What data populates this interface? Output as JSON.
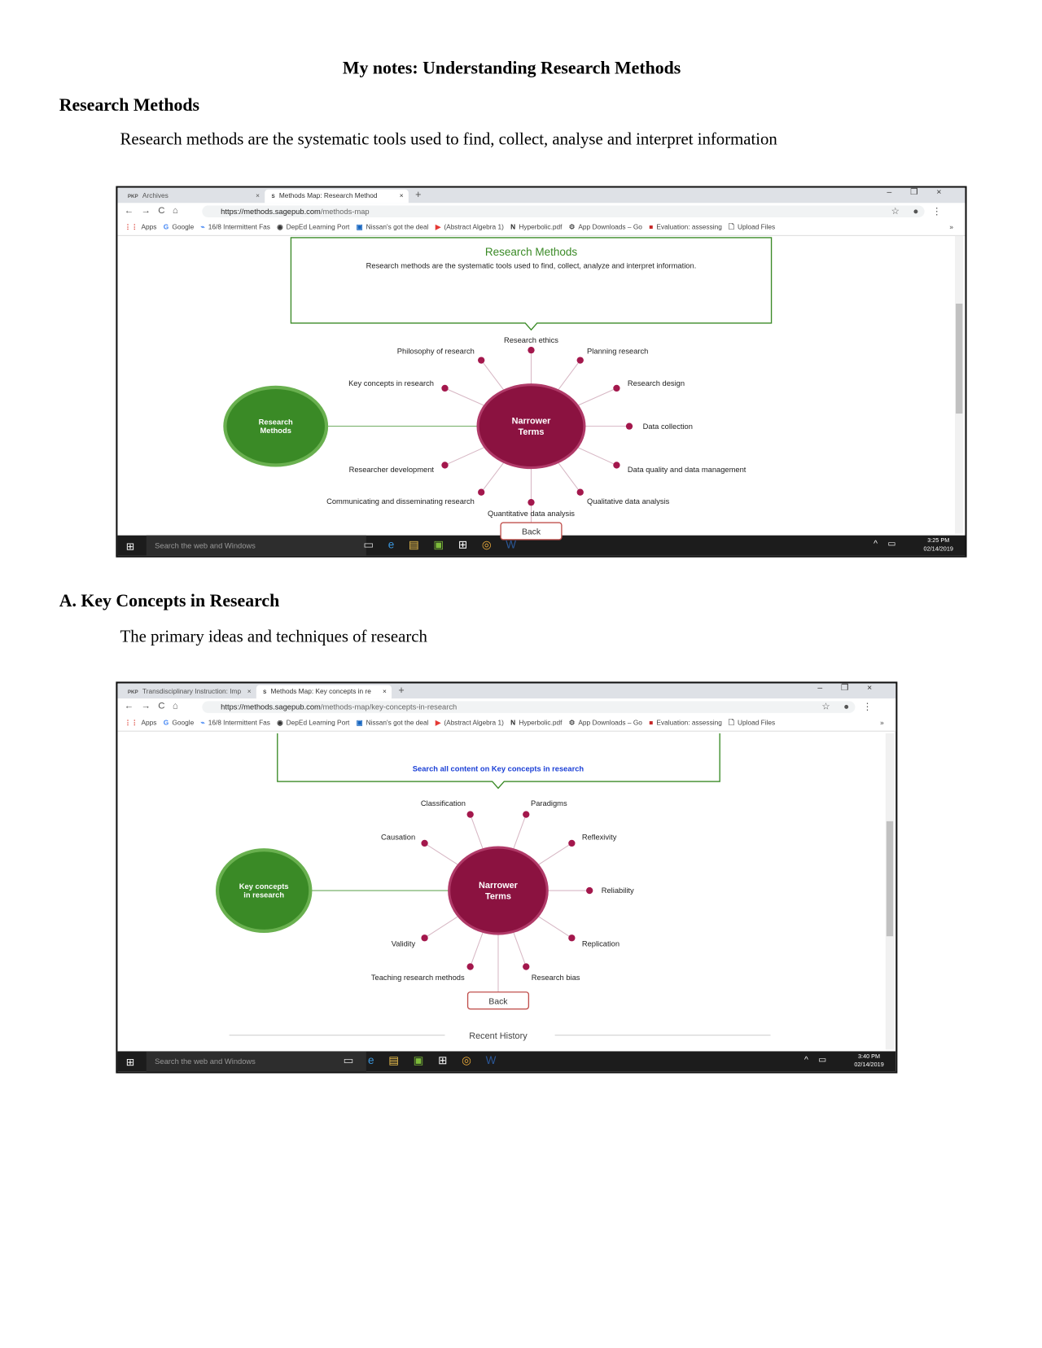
{
  "document": {
    "title": "My notes: Understanding Research Methods",
    "sections": [
      {
        "heading": "Research Methods",
        "text": "Research methods are the systematic tools used to find, collect, analyse and interpret information"
      },
      {
        "heading": "A. Key Concepts in Research",
        "text": "The primary ideas and techniques of research"
      }
    ]
  },
  "screenshots": [
    {
      "tabs": [
        {
          "label": "Archives",
          "favicon": "PKP"
        },
        {
          "label": "Methods Map: Research Method",
          "favicon": "S"
        }
      ],
      "url_host": "https://methods.sagepub.com",
      "url_path": "/methods-map",
      "bookmarks": [
        "Apps",
        "Google",
        "16/8 Intermittent Fas",
        "DepEd Learning Port",
        "Nissan's got the deal",
        "(Abstract Algebra 1)",
        "Hyperbolic.pdf",
        "App Downloads – Go",
        "Evaluation: assessing",
        "Upload Files"
      ],
      "box_title": "Research Methods",
      "box_text": "Research methods are the systematic tools used to find, collect, analyze and interpret information.",
      "main_node": "Research Methods",
      "center_node": "Narrower Terms",
      "terms": [
        "Research ethics",
        "Planning research",
        "Research design",
        "Data collection",
        "Data quality and data management",
        "Qualitative data analysis",
        "Quantitative data analysis",
        "Communicating and disseminating research",
        "Researcher development",
        "Key concepts in research",
        "Philosophy of research"
      ],
      "back_label": "Back",
      "taskbar_search": "Search the web and Windows",
      "time": "3:25 PM",
      "date": "02/14/2019",
      "colors": {
        "green": "#3a8a26",
        "maroon": "#8b1240",
        "dot": "#a3174c"
      }
    },
    {
      "tabs": [
        {
          "label": "Transdisciplinary Instruction: Imp",
          "favicon": "PKP"
        },
        {
          "label": "Methods Map: Key concepts in re",
          "favicon": "S"
        }
      ],
      "url_host": "https://methods.sagepub.com",
      "url_path": "/methods-map/key-concepts-in-research",
      "bookmarks": [
        "Apps",
        "Google",
        "16/8 Intermittent Fas",
        "DepEd Learning Port",
        "Nissan's got the deal",
        "(Abstract Algebra 1)",
        "Hyperbolic.pdf",
        "App Downloads – Go",
        "Evaluation: assessing",
        "Upload Files"
      ],
      "box_link": "Search all content on Key concepts in research",
      "main_node": "Key concepts in research",
      "center_node": "Narrower Terms",
      "terms": [
        "Classification",
        "Paradigms",
        "Causation",
        "Reflexivity",
        "Reliability",
        "Replication",
        "Research bias",
        "Teaching research methods",
        "Validity"
      ],
      "back_label": "Back",
      "recent_history": "Recent History",
      "taskbar_search": "Search the web and Windows",
      "time": "3:40 PM",
      "date": "02/14/2019"
    }
  ]
}
